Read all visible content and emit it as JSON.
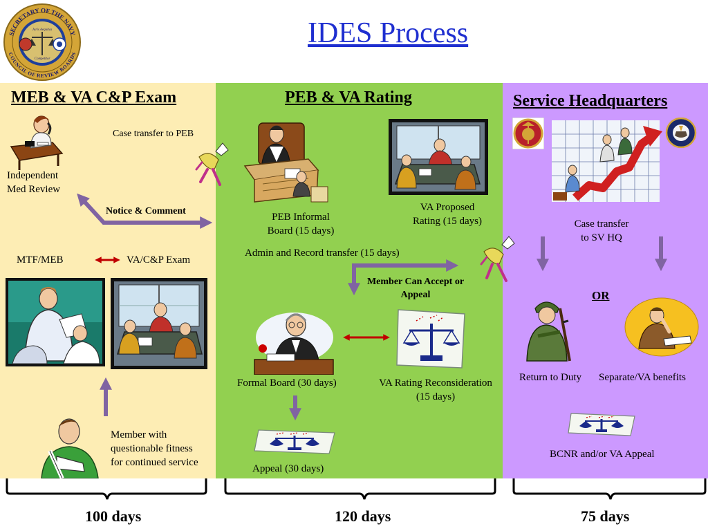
{
  "title": "IDES Process",
  "seal": {
    "top_text": "SECRETARY OF THE NAVY",
    "bottom_text": "COUNCIL OF REVIEW BOARDS",
    "inner_top": "Juris Aequitas",
    "inner_bottom": "Competitor"
  },
  "colors": {
    "panel1": "#fdedb4",
    "panel2": "#92d050",
    "panel3": "#cc99ff",
    "arrow": "#8064a2",
    "red_arrow": "#c00000",
    "title": "#1f2fd0"
  },
  "panel1": {
    "title": "MEB & VA C&P Exam",
    "case_transfer": "Case transfer to PEB",
    "independent_review_1": "Independent",
    "independent_review_2": "Med Review",
    "notice_comment": "Notice & Comment",
    "mtf_meb": "MTF/MEB",
    "va_cp_exam": "VA/C&P Exam",
    "member_1": "Member with",
    "member_2": "questionable fitness",
    "member_3": "for continued service"
  },
  "panel2": {
    "title": "PEB & VA Rating",
    "peb_informal_1": "PEB Informal",
    "peb_informal_2": "Board (15 days)",
    "va_proposed_1": "VA Proposed",
    "va_proposed_2": "Rating (15 days)",
    "admin_transfer": "Admin and Record transfer (15 days)",
    "accept_appeal_1": "Member Can Accept or",
    "accept_appeal_2": "Appeal",
    "formal_board": "Formal Board (30 days)",
    "va_recon_1": "VA Rating Reconsideration",
    "va_recon_2": "(15 days)",
    "appeal": "Appeal (30 days)"
  },
  "panel3": {
    "title": "Service Headquarters",
    "case_transfer_1": "Case transfer",
    "case_transfer_2": "to SV HQ",
    "or": "OR",
    "return_duty": "Return to Duty",
    "separate": "Separate/VA benefits",
    "bcnr": "BCNR and/or VA Appeal"
  },
  "durations": [
    "100 days",
    "120 days",
    "75 days"
  ],
  "icons": [
    "seal-icon",
    "doctor-phone-icon",
    "mailbox-runner-icon",
    "judge-desk-icon",
    "meeting-room-icon",
    "doctor-patient-icon",
    "injured-member-icon",
    "formal-board-judge-icon",
    "scales-icon",
    "marine-emblem-icon",
    "navy-emblem-icon",
    "growth-chart-icon",
    "soldier-icon",
    "thinking-man-icon"
  ]
}
